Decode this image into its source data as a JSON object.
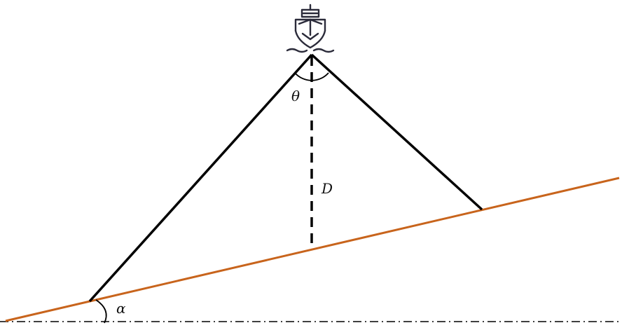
{
  "labels": {
    "theta": "θ",
    "depth": "D",
    "alpha": "α"
  },
  "icons": {
    "ship": "ship-icon"
  },
  "colors": {
    "seabed": "#c8641c",
    "beam": "#000000",
    "ship": "#2b2b3a",
    "reference": "#000000"
  }
}
